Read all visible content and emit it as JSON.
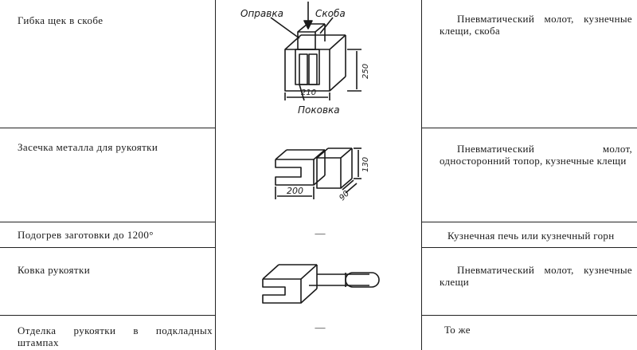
{
  "rows": [
    {
      "operation": "Гибка щек в скобе",
      "equipment": "Пневматический молот, кузнечные клещи, скоба",
      "sketch": {
        "labels": [
          "Оправка",
          "Скоба",
          "Поковка"
        ],
        "dimensions": [
          "210",
          "250"
        ]
      }
    },
    {
      "operation": "Засечка металла для рукоятки",
      "equipment": "Пневматический молот, односторонний топор, кузнечные клещи",
      "sketch": {
        "dimensions": [
          "200",
          "130",
          "90"
        ]
      }
    },
    {
      "operation": "Подогрев заготовки до 1200°",
      "dash": "—",
      "equipment": "Кузнечная печь или кузнечный горн"
    },
    {
      "operation": "Ковка рукоятки",
      "equipment": "Пневматический молот, кузнечные клещи"
    },
    {
      "operation": "Отделка рукоятки в подкладных штампах",
      "dash": "—",
      "equipment": "То же"
    }
  ]
}
